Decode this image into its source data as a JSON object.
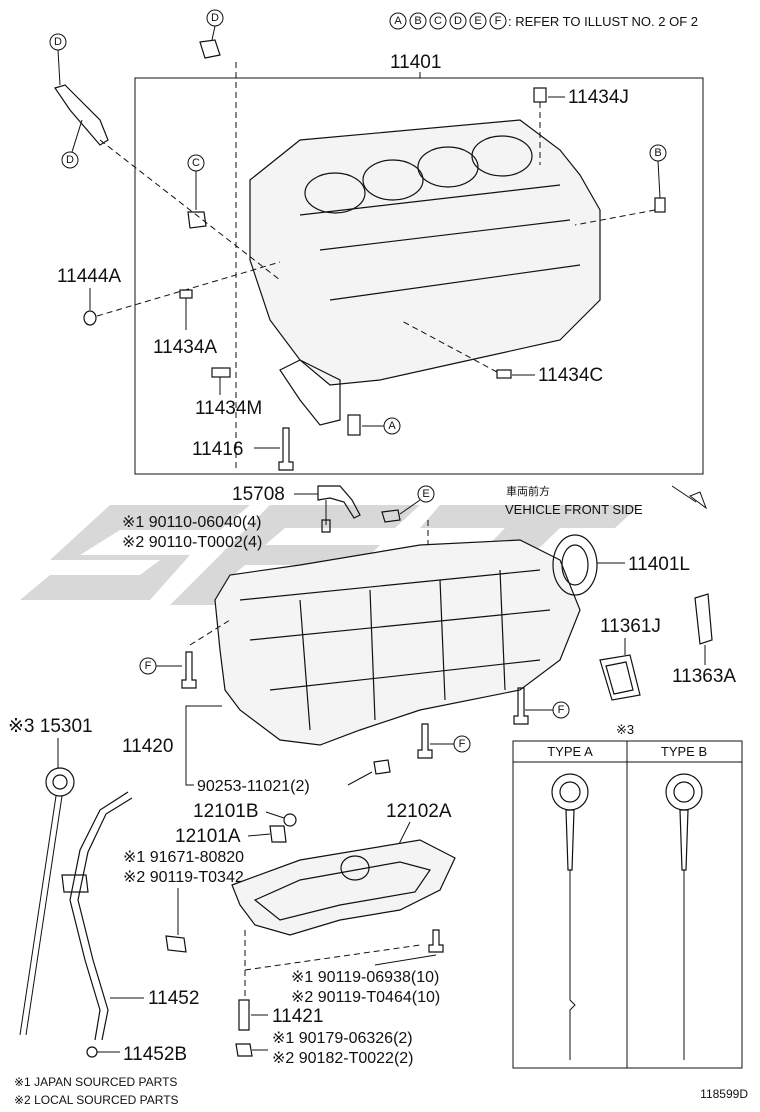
{
  "header": {
    "refer_letters": [
      "A",
      "B",
      "C",
      "D",
      "E",
      "F"
    ],
    "refer_text": ": REFER TO ILLUST NO. 2 OF 2"
  },
  "parts": {
    "p11401": "11401",
    "p11434J": "11434J",
    "p11444A": "11444A",
    "p11434A": "11434A",
    "p11434C": "11434C",
    "p11434M": "11434M",
    "p11416": "11416",
    "p15708": "15708",
    "p90110_06040": "※1 90110-06040(4)",
    "p90110_T0002": "※2 90110-T0002(4)",
    "p11401L": "11401L",
    "p11361J": "11361J",
    "p11363A": "11363A",
    "p15301": "※3 15301",
    "p11420": "11420",
    "p90253": "90253-11021(2)",
    "p12101B": "12101B",
    "p12101A": "12101A",
    "p12102A": "12102A",
    "p91671": "※1 91671-80820",
    "p90119_T0342": "※2 90119-T0342",
    "p90119_06938": "※1 90119-06938(10)",
    "p90119_T0464": "※2 90119-T0464(10)",
    "p11452": "11452",
    "p11421": "11421",
    "p90179": "※1 90179-06326(2)",
    "p90182": "※2 90182-T0022(2)",
    "p11452B": "11452B"
  },
  "callouts": {
    "d1": "D",
    "d2": "D",
    "d3": "D",
    "c1": "C",
    "b1": "B",
    "a1": "A",
    "e1": "E",
    "f1": "F",
    "f2": "F",
    "f3": "F"
  },
  "direction": {
    "jp": "車両前方",
    "en": "VEHICLE FRONT SIDE"
  },
  "type_table": {
    "note": "※3",
    "col_a": "TYPE A",
    "col_b": "TYPE B"
  },
  "footnotes": {
    "n1": "※1 JAPAN SOURCED PARTS",
    "n2": "※2 LOCAL SOURCED PARTS"
  },
  "figure_id": "118599D",
  "colors": {
    "line": "#111111",
    "watermark": "#b8b8b8",
    "background": "#ffffff"
  }
}
